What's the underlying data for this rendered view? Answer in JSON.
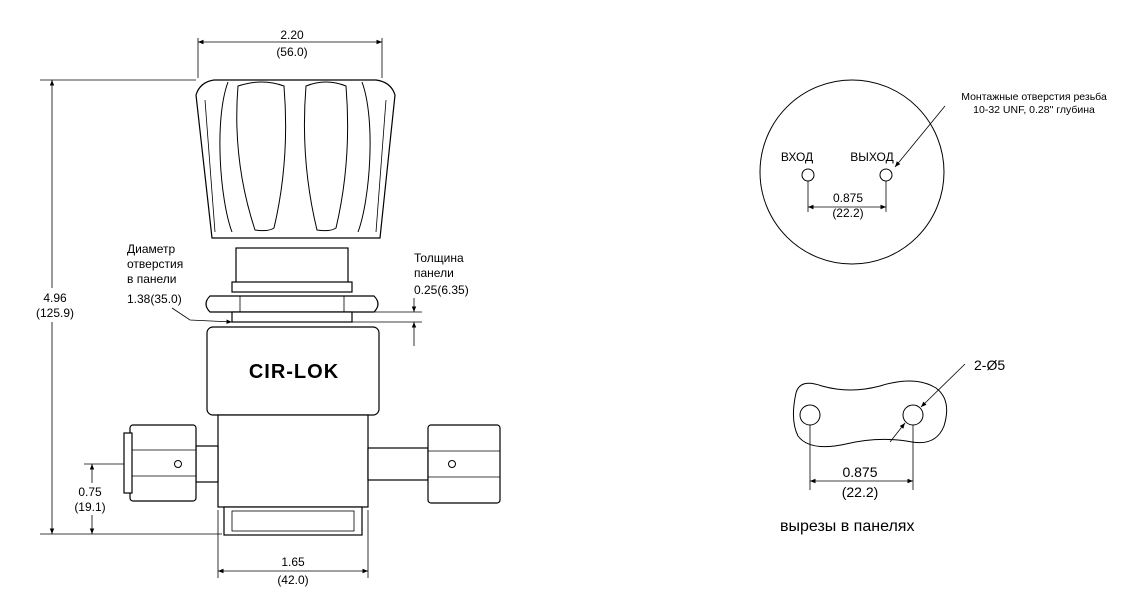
{
  "labels": {
    "width_in": "2.20",
    "width_mm": "(56.0)",
    "height_in": "4.96",
    "height_mm": "(125.9)",
    "panel_hole_1": "Диаметр",
    "panel_hole_2": "отверстия",
    "panel_hole_3": "в панели",
    "panel_hole_value": "1.38(35.0)",
    "panel_thk_1": "Толщина",
    "panel_thk_2": "панели",
    "panel_thk_value": "0.25(6.35)",
    "brand": "CIR-LOK",
    "port_height_in": "0.75",
    "port_height_mm": "(19.1)",
    "base_width_in": "1.65",
    "base_width_mm": "(42.0)",
    "mount_note_1": "Монтажные отверстия резьба",
    "mount_note_2": "10-32 UNF, 0.28\" глубина",
    "inlet": "ВХОД",
    "outlet": "ВЫХОД",
    "port_spacing_in": "0.875",
    "port_spacing_mm": "(22.2)",
    "hole_callout": "2-Ø5",
    "cutout_spacing_in": "0.875",
    "cutout_spacing_mm": "(22.2)",
    "cutout_caption": "вырезы в панелях"
  }
}
